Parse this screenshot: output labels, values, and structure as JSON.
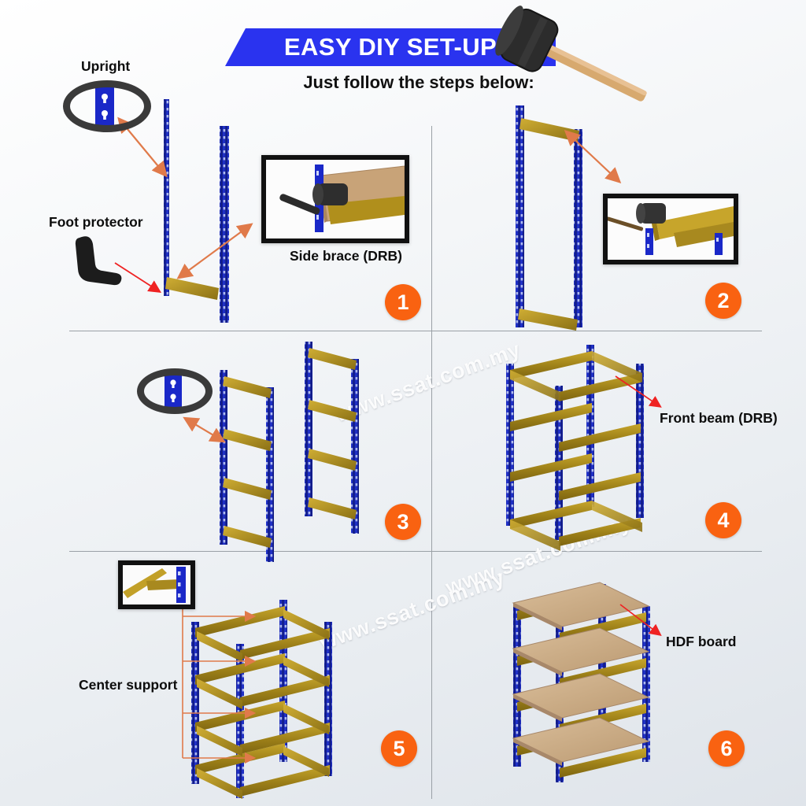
{
  "header": {
    "banner_title": "EASY DIY SET-UP",
    "subtitle": "Just follow the steps below:",
    "banner_color": "#2a33ef",
    "mallet_icon": "rubber-mallet-icon"
  },
  "watermark": {
    "text": "www.ssat.com.my",
    "instances": 3
  },
  "theme": {
    "badge_color": "#f96211",
    "upright_blue": "#1a28c8",
    "beam_gold": "#a8891f",
    "board_tan": "#cbab85",
    "arrow_orange": "#e07a4a",
    "arrow_red": "#ef2222",
    "background": "#eef1f4"
  },
  "steps": [
    {
      "number": "1",
      "labels": [
        {
          "name": "upright",
          "text": "Upright"
        },
        {
          "name": "foot-protector",
          "text": "Foot protector"
        },
        {
          "name": "side-brace",
          "text": "Side brace (DRB)"
        }
      ],
      "inset_caption": "Side brace (DRB)",
      "inset_photo": "mallet-striking-side-brace-photo"
    },
    {
      "number": "2",
      "labels": [],
      "inset_photo": "mallet-striking-beam-photo"
    },
    {
      "number": "3",
      "labels": [],
      "callout": "keyhole-slot-detail"
    },
    {
      "number": "4",
      "labels": [
        {
          "name": "front-beam",
          "text": "Front beam (DRB)"
        }
      ]
    },
    {
      "number": "5",
      "labels": [
        {
          "name": "center-support",
          "text": "Center support"
        }
      ],
      "inset_photo": "center-support-joint-photo"
    },
    {
      "number": "6",
      "labels": [
        {
          "name": "hdf-board",
          "text": "HDF board"
        }
      ]
    }
  ]
}
